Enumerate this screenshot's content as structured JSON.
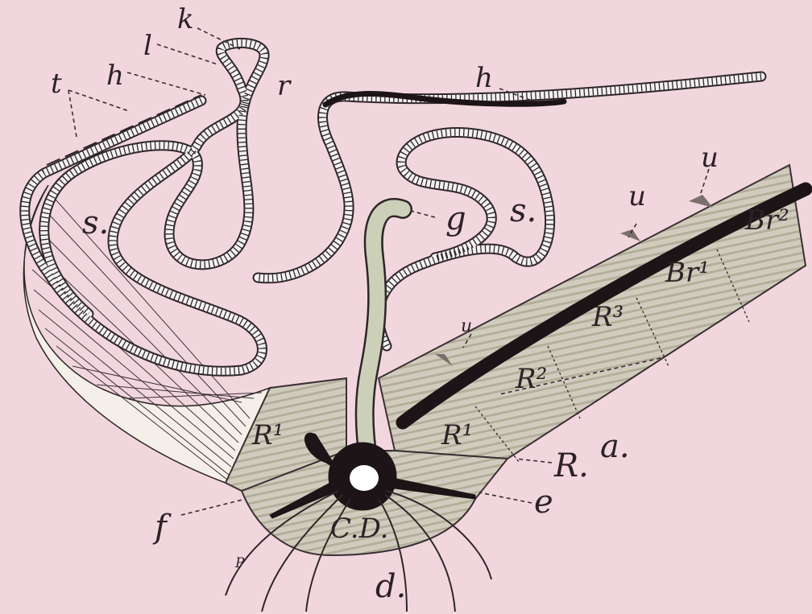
{
  "diagram": {
    "labels": {
      "k": "k",
      "l": "l",
      "h_top": "h",
      "h_right": "h",
      "t": "t",
      "r": "r",
      "s_left": "s.",
      "s_right": "s.",
      "g": "g",
      "u_upper_left": "u",
      "u_upper_right": "u",
      "u_lower": "u",
      "br2": "Br²",
      "br1": "Br¹",
      "r3": "R³",
      "r2": "R²",
      "r1_left": "R¹",
      "r1_right": "R¹",
      "a": "a.",
      "R": "R.",
      "e": "e",
      "f": "f",
      "cd": "C.D.",
      "p": "P",
      "d": "d."
    }
  },
  "colors": {
    "background": "#f2d6de",
    "plate_fill": "#c9ccb4",
    "ink": "#1c1416"
  }
}
